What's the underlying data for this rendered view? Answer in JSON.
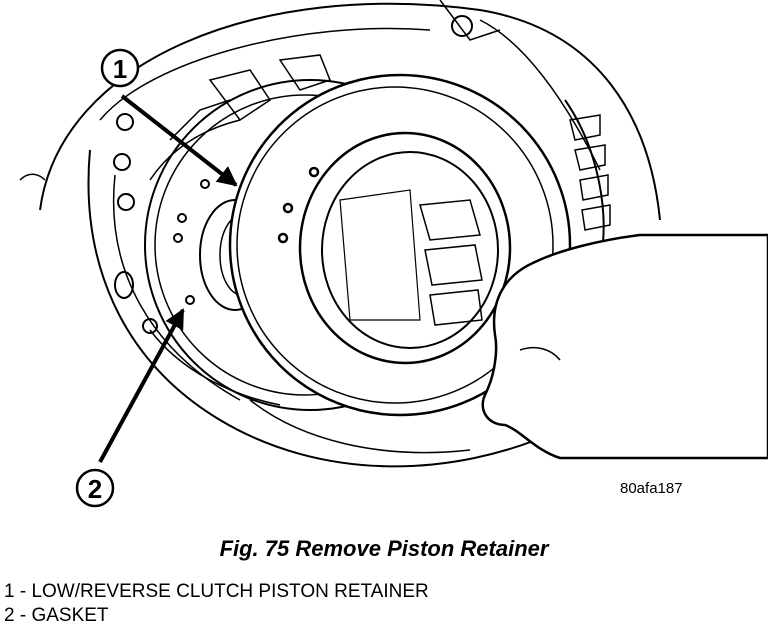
{
  "figure": {
    "reference_code": "80afa187",
    "callouts": [
      {
        "number": "1"
      },
      {
        "number": "2"
      }
    ]
  },
  "caption": "Fig. 75 Remove Piston Retainer",
  "legend": [
    {
      "text": "1 - LOW/REVERSE CLUTCH PISTON RETAINER"
    },
    {
      "text": "2 - GASKET"
    }
  ]
}
